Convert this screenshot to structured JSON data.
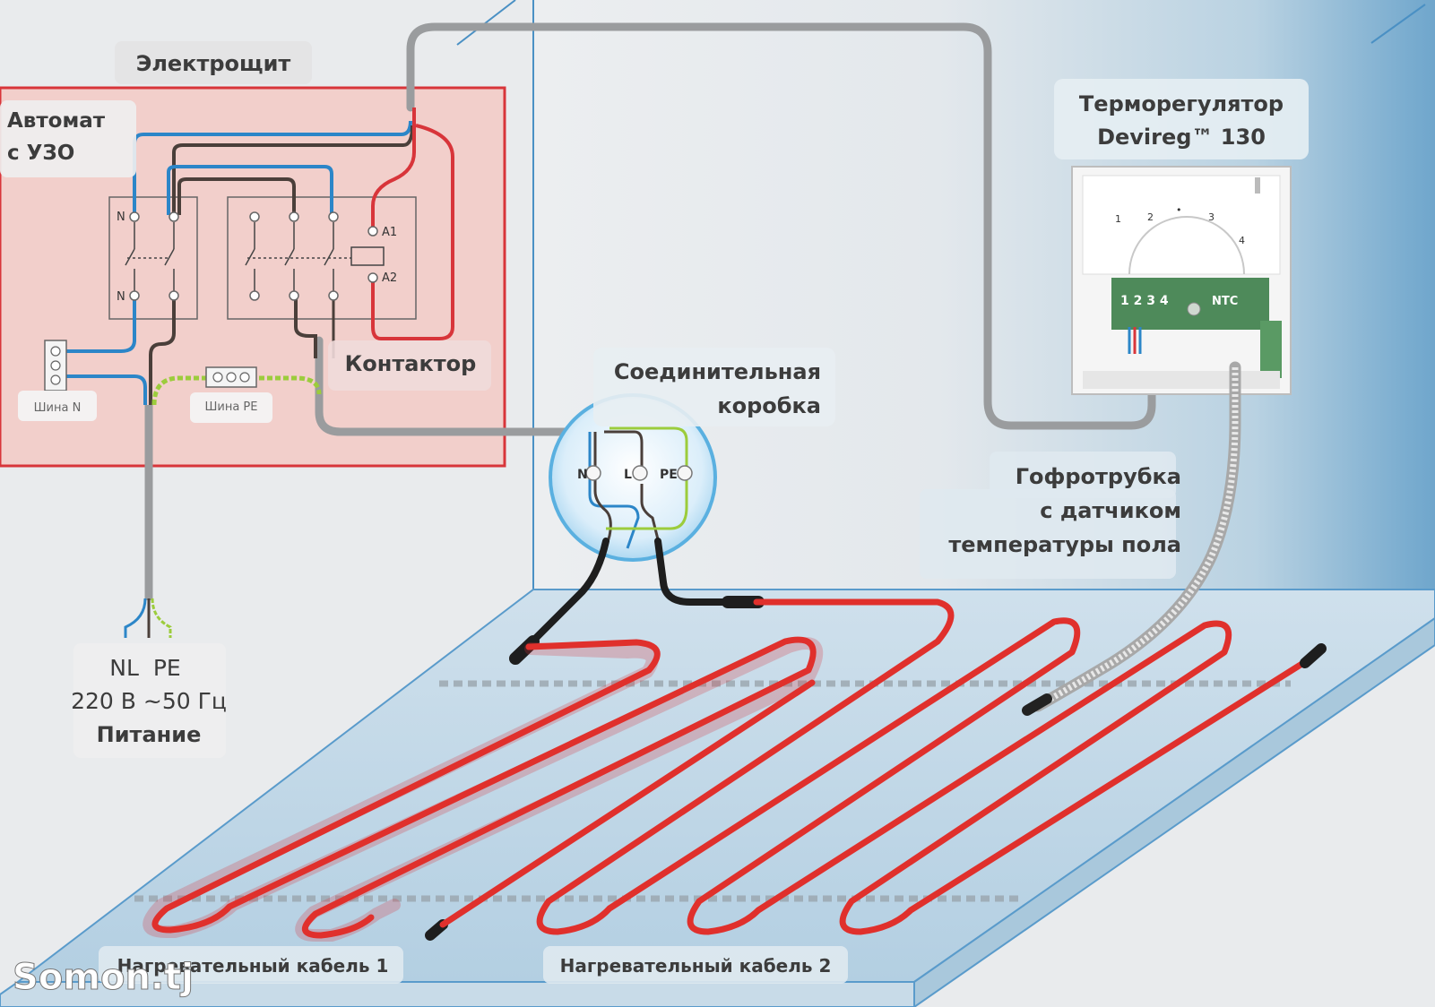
{
  "labels": {
    "panel": "Электрощит",
    "breaker_line1": "Автомат",
    "breaker_line2": "с УЗО",
    "contactor": "Контактор",
    "bus_n": "Шина N",
    "bus_pe": "Шина PE",
    "thermostat_line1": "Терморегулятор",
    "thermostat_line2": "Devireg™ 130",
    "junction_line1": "Соединительная",
    "junction_line2": "коробка",
    "conduit_line1": "Гофротрубка",
    "conduit_line2": "с датчиком",
    "conduit_line3": "температуры пола",
    "supply_wires": "NL  PE",
    "supply_voltage": "220 В ~50 Гц",
    "supply_title": "Питание",
    "cable1": "Нагревательный кабель 1",
    "cable2": "Нагревательный кабель 2",
    "watermark": "Somon.tj"
  },
  "terminals": {
    "breaker_top_n": "N",
    "breaker_bottom_n": "N",
    "coil_a1": "A1",
    "coil_a2": "A2",
    "box_n": "N",
    "box_l": "L",
    "box_pe": "PE",
    "thermo_nums": "1 2 3 4",
    "thermo_ntc": "NTC"
  },
  "dial": {
    "marks": [
      "1",
      "2",
      "•",
      "3",
      "4"
    ]
  },
  "colors": {
    "panel_fill": "#f2cfcb",
    "panel_border": "#d8353a",
    "heating_cable": "#e0302c",
    "wire_blue": "#2c86c8",
    "wire_brown": "#4a3f3a",
    "wire_green": "#9ccc3c",
    "conduit_gray": "#9a9c9e",
    "wall_blue": "#7fb0d0"
  }
}
